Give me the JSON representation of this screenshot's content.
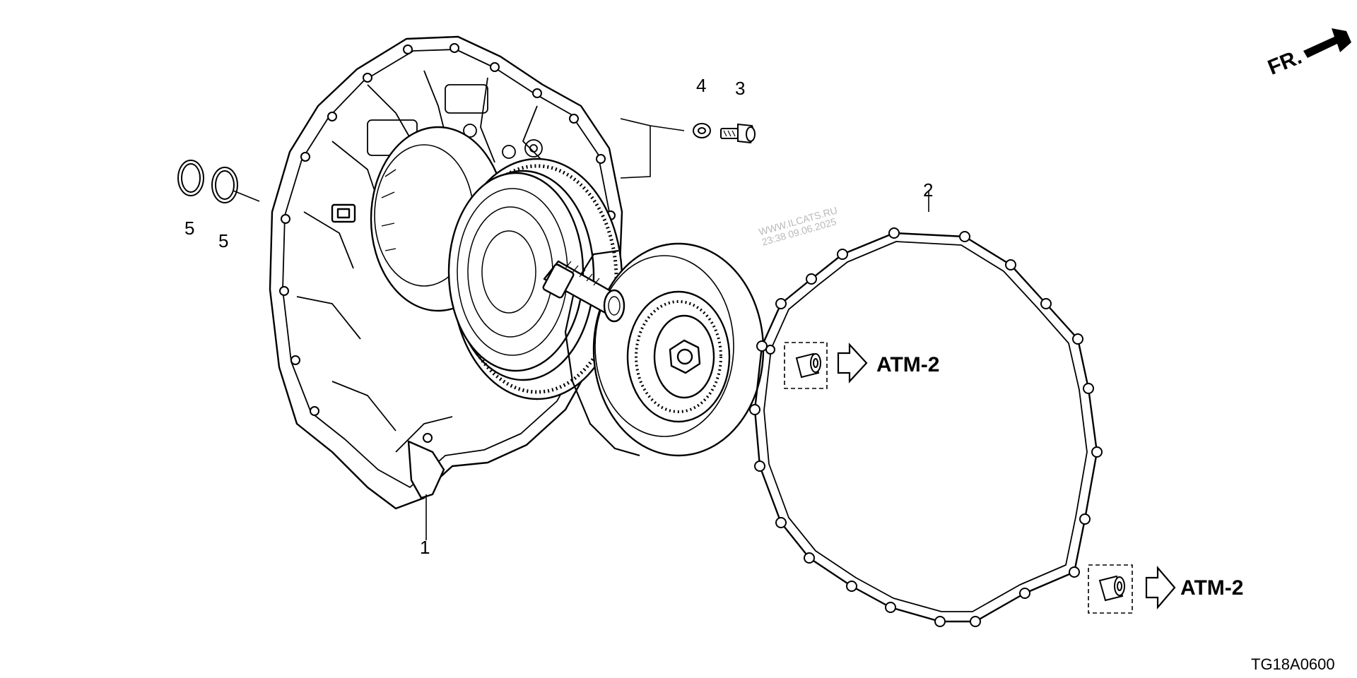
{
  "diagram": {
    "callouts": {
      "part_1": "1",
      "part_2": "2",
      "part_3": "3",
      "part_4": "4",
      "part_5a": "5",
      "part_5b": "5"
    },
    "references": {
      "ref_upper": "ATM-2",
      "ref_lower": "ATM-2"
    },
    "direction_label": "FR.",
    "watermark": {
      "line1": "WWW.ILCATS.RU",
      "line2": "23:38 09.06.2025"
    },
    "diagram_code": "TG18A0600"
  }
}
